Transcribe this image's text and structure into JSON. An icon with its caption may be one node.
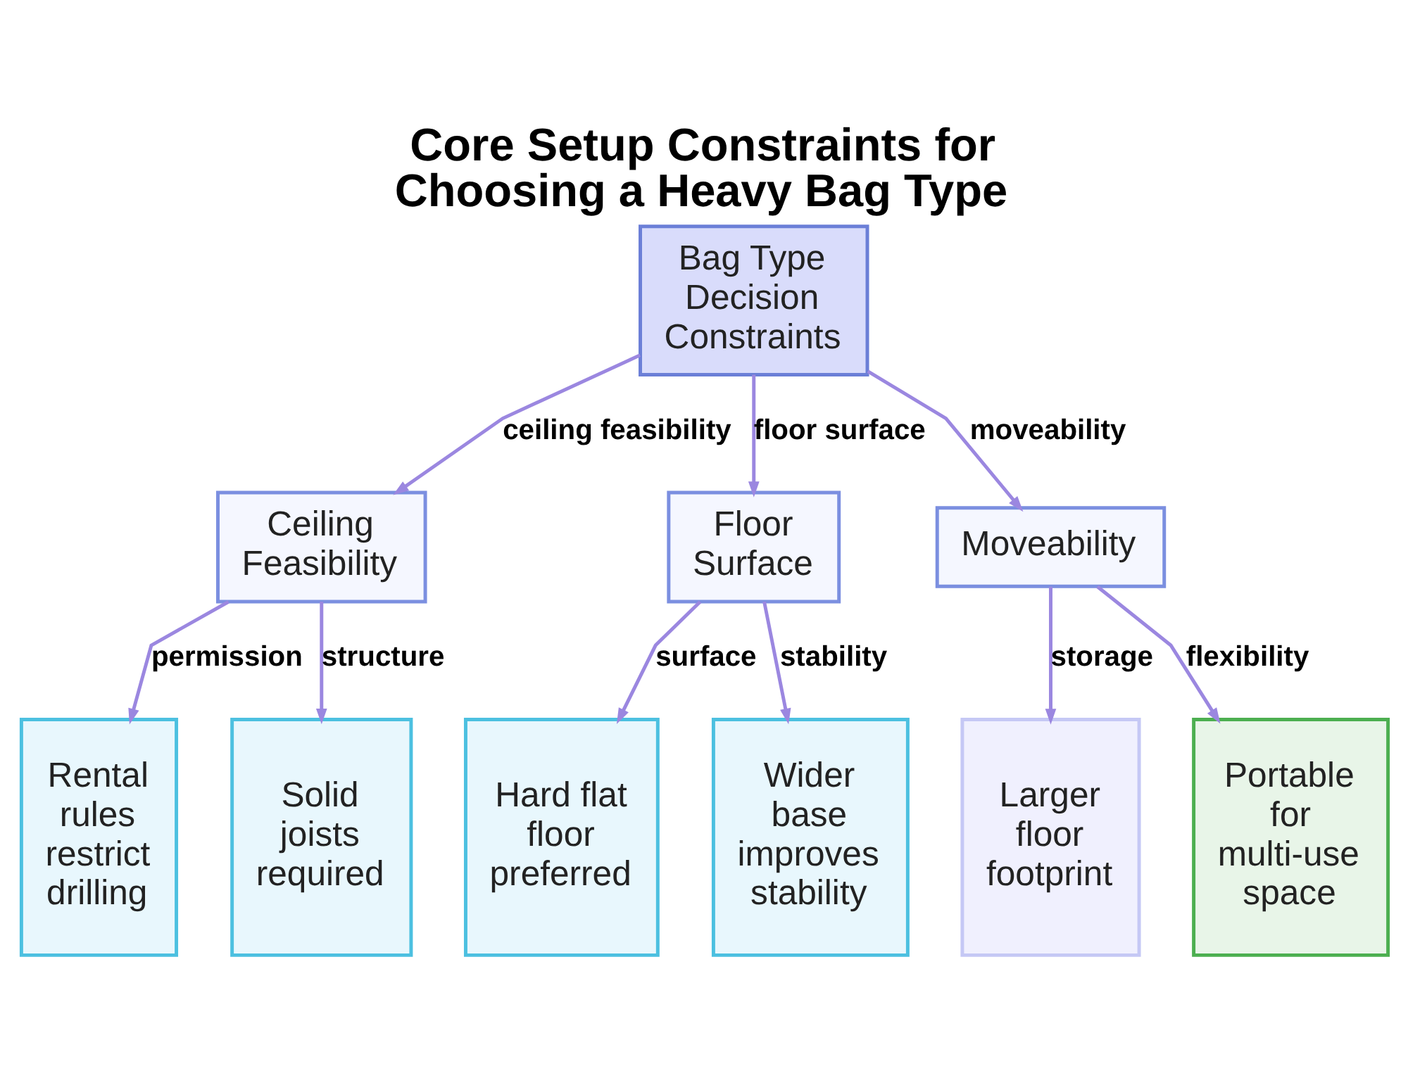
{
  "diagram": {
    "title": "Core Setup Constraints for Choosing a Heavy Bag Type",
    "nodes": [
      {
        "text": [
          "Bag Type Decision Constraints"
        ]
      },
      {
        "text": [
          "Ceiling Feasibility"
        ]
      },
      {
        "text": [
          "Floor Surface"
        ]
      },
      {
        "text": [
          "Moveability"
        ]
      },
      {
        "text": [
          "Rental rules restrict drilling"
        ]
      },
      {
        "text": [
          "Solid joists required"
        ]
      },
      {
        "text": [
          "Hard flat floor preferred"
        ]
      },
      {
        "text": [
          "Wider base improves stability"
        ]
      },
      {
        "text": [
          "Larger floor footprint"
        ]
      },
      {
        "text": [
          "Portable for multi-use space"
        ]
      }
    ],
    "edges": [
      {
        "from": 0,
        "to": 1,
        "arrow": "to",
        "label": "ceiling feasibility"
      },
      {
        "from": 0,
        "to": 2,
        "arrow": "to",
        "label": "floor surface"
      },
      {
        "from": 0,
        "to": 3,
        "arrow": "to",
        "label": "moveability"
      },
      {
        "from": 1,
        "to": 4,
        "arrow": "to",
        "label": "permission"
      },
      {
        "from": 1,
        "to": 5,
        "arrow": "to",
        "label": "structure"
      },
      {
        "from": 2,
        "to": 6,
        "arrow": "to",
        "label": "surface"
      },
      {
        "from": 2,
        "to": 7,
        "arrow": "to",
        "label": "stability"
      },
      {
        "from": 3,
        "to": 8,
        "arrow": "to",
        "label": "storage"
      },
      {
        "from": 3,
        "to": 9,
        "arrow": "to",
        "label": "flexibility"
      }
    ]
  }
}
